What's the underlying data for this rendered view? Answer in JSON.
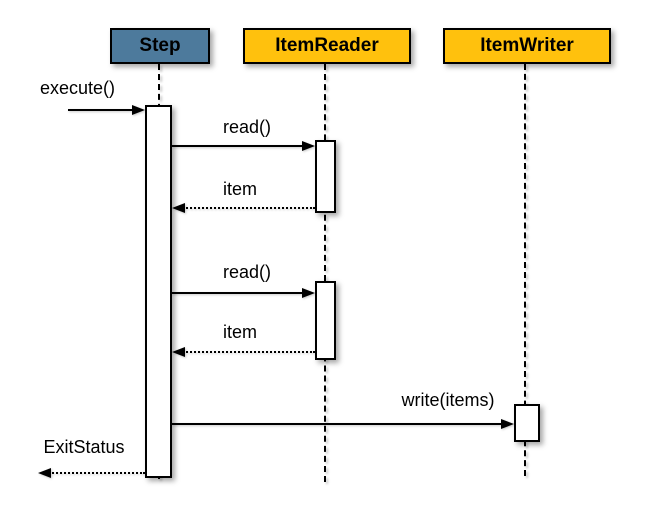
{
  "diagram": {
    "kind": "uml-sequence-diagram"
  },
  "colors": {
    "step_header_bg": "#4d7a9c",
    "reader_writer_header_bg": "#ffc10d",
    "line": "#000000",
    "activation_fill": "#ffffff",
    "background": "#ffffff"
  },
  "icons": {
    "sync_arrowhead": "filled-triangle",
    "return_arrowhead": "filled-triangle",
    "sync_line_style": "solid",
    "return_line_style": "dotted",
    "lifeline_style": "dashed"
  },
  "participants": [
    {
      "id": "step",
      "label": "Step"
    },
    {
      "id": "item-reader",
      "label": "ItemReader"
    },
    {
      "id": "item-writer",
      "label": "ItemWriter"
    }
  ],
  "messages": [
    {
      "id": "execute",
      "label": "execute()",
      "type": "sync",
      "from": "caller",
      "to": "step"
    },
    {
      "id": "read-1",
      "label": "read()",
      "type": "sync",
      "from": "step",
      "to": "item-reader"
    },
    {
      "id": "item-1",
      "label": "item",
      "type": "return",
      "from": "item-reader",
      "to": "step"
    },
    {
      "id": "read-2",
      "label": "read()",
      "type": "sync",
      "from": "step",
      "to": "item-reader"
    },
    {
      "id": "item-2",
      "label": "item",
      "type": "return",
      "from": "item-reader",
      "to": "step"
    },
    {
      "id": "write",
      "label": "write(items)",
      "type": "sync",
      "from": "step",
      "to": "item-writer"
    },
    {
      "id": "exit-status",
      "label": "ExitStatus",
      "type": "return",
      "from": "step",
      "to": "caller"
    }
  ]
}
